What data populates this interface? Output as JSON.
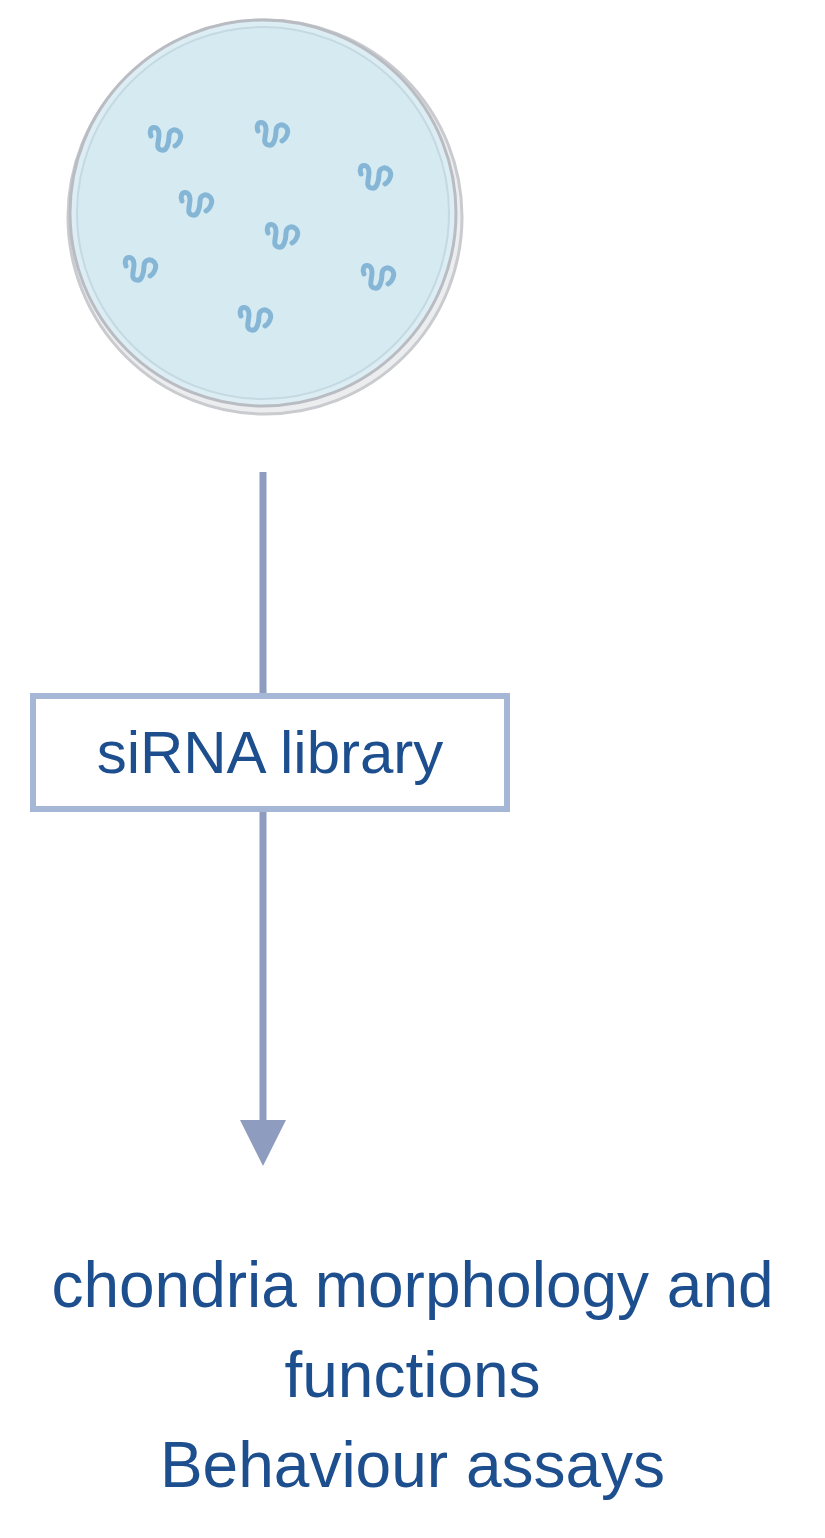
{
  "diagram": {
    "nodes": [
      {
        "text": [
          "siRNA library"
        ]
      }
    ],
    "labels": [
      "chondria morphology and functions",
      "Behaviour assays"
    ]
  }
}
